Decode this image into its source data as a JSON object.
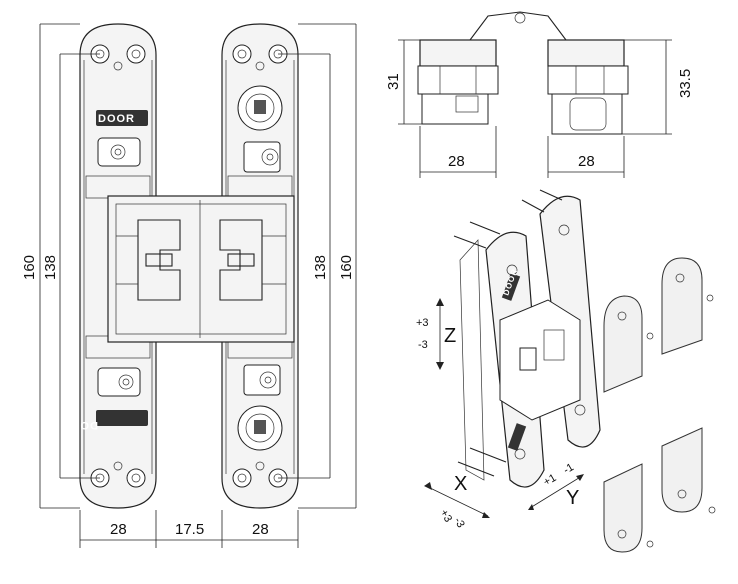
{
  "front_view": {
    "dim_total_height_left": "160",
    "dim_inner_height_left": "138",
    "dim_inner_height_right": "138",
    "dim_total_height_right": "160",
    "dim_width_left": "28",
    "dim_gap": "17.5",
    "dim_width_right": "28",
    "logo_top": "DOOR",
    "logo_bottom": "DOOR"
  },
  "top_view": {
    "dim_height_left": "31",
    "dim_height_right": "33.5",
    "dim_width_left": "28",
    "dim_width_right": "28"
  },
  "iso_view": {
    "axis_z": "Z",
    "z_plus": "+3",
    "z_minus": "-3",
    "axis_x": "X",
    "x_plus": "+3",
    "x_minus": "-3",
    "axis_y": "Y",
    "y_plus": "+1",
    "y_minus": "-1",
    "logo": "DOOR"
  }
}
